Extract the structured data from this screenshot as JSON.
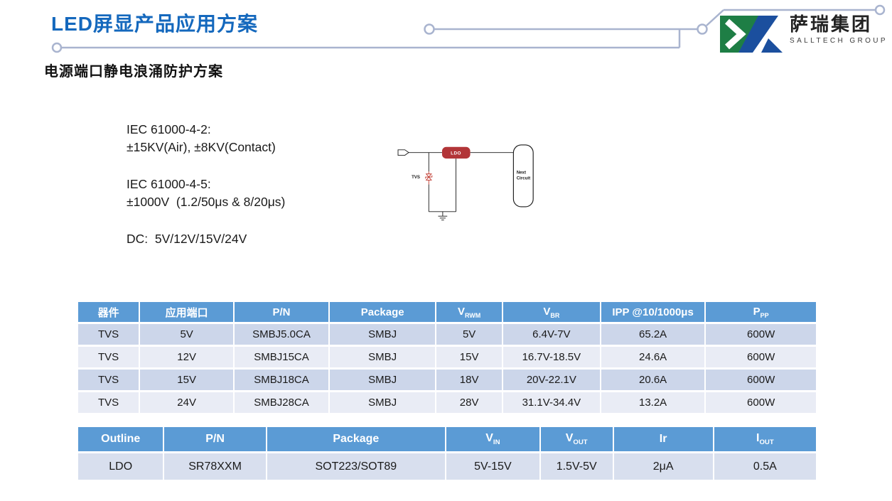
{
  "page": {
    "title": "LED屏显产品应用方案",
    "subtitle": "电源端口静电浪涌防护方案"
  },
  "logo": {
    "name_cn": "萨瑞集团",
    "name_en": "SALLTECH GROUP"
  },
  "specs": {
    "esd_title": "IEC 61000-4-2:",
    "esd_value": "±15KV(Air), ±8KV(Contact)",
    "surge_title": "IEC 61000-4-5:",
    "surge_value": "±1000V  (1.2/50μs & 8/20μs)",
    "dc_value": "DC:  5V/12V/15V/24V"
  },
  "diagram": {
    "tvs_label": "TVS",
    "ldo_label": "LDO",
    "next_circuit_line1": "Next",
    "next_circuit_line2": "Circuit"
  },
  "colors": {
    "title_blue": "#1468bd",
    "table_header_blue": "#5b9bd5",
    "row_band_dark": "#ccd6ea",
    "row_band_light": "#e9ecf5",
    "ldo_red": "#b23538",
    "tvs_red": "#c0392f",
    "trace_gray_blue": "#a9b4cf",
    "logo_green": "#1e7e45",
    "logo_blue": "#1b4f9e"
  },
  "tables": [
    {
      "name": "tvs-selection-table",
      "headers": [
        "器件",
        "应用端口",
        "P/N",
        "Package",
        "V_{RWM}",
        "V_{BR}",
        "IPP @10/1000μs",
        "P_{PP}"
      ],
      "rows": [
        [
          "TVS",
          "5V",
          "SMBJ5.0CA",
          "SMBJ",
          "5V",
          "6.4V-7V",
          "65.2A",
          "600W"
        ],
        [
          "TVS",
          "12V",
          "SMBJ15CA",
          "SMBJ",
          "15V",
          "16.7V-18.5V",
          "24.6A",
          "600W"
        ],
        [
          "TVS",
          "15V",
          "SMBJ18CA",
          "SMBJ",
          "18V",
          "20V-22.1V",
          "20.6A",
          "600W"
        ],
        [
          "TVS",
          "24V",
          "SMBJ28CA",
          "SMBJ",
          "28V",
          "31.1V-34.4V",
          "13.2A",
          "600W"
        ]
      ]
    },
    {
      "name": "ldo-selection-table",
      "headers": [
        "Outline",
        "P/N",
        "Package",
        "V_{IN}",
        "V_{OUT}",
        "Ir",
        "I_{OUT}"
      ],
      "rows": [
        [
          "LDO",
          "SR78XXM",
          "SOT223/SOT89",
          "5V-15V",
          "1.5V-5V",
          "2μA",
          "0.5A"
        ]
      ]
    }
  ]
}
